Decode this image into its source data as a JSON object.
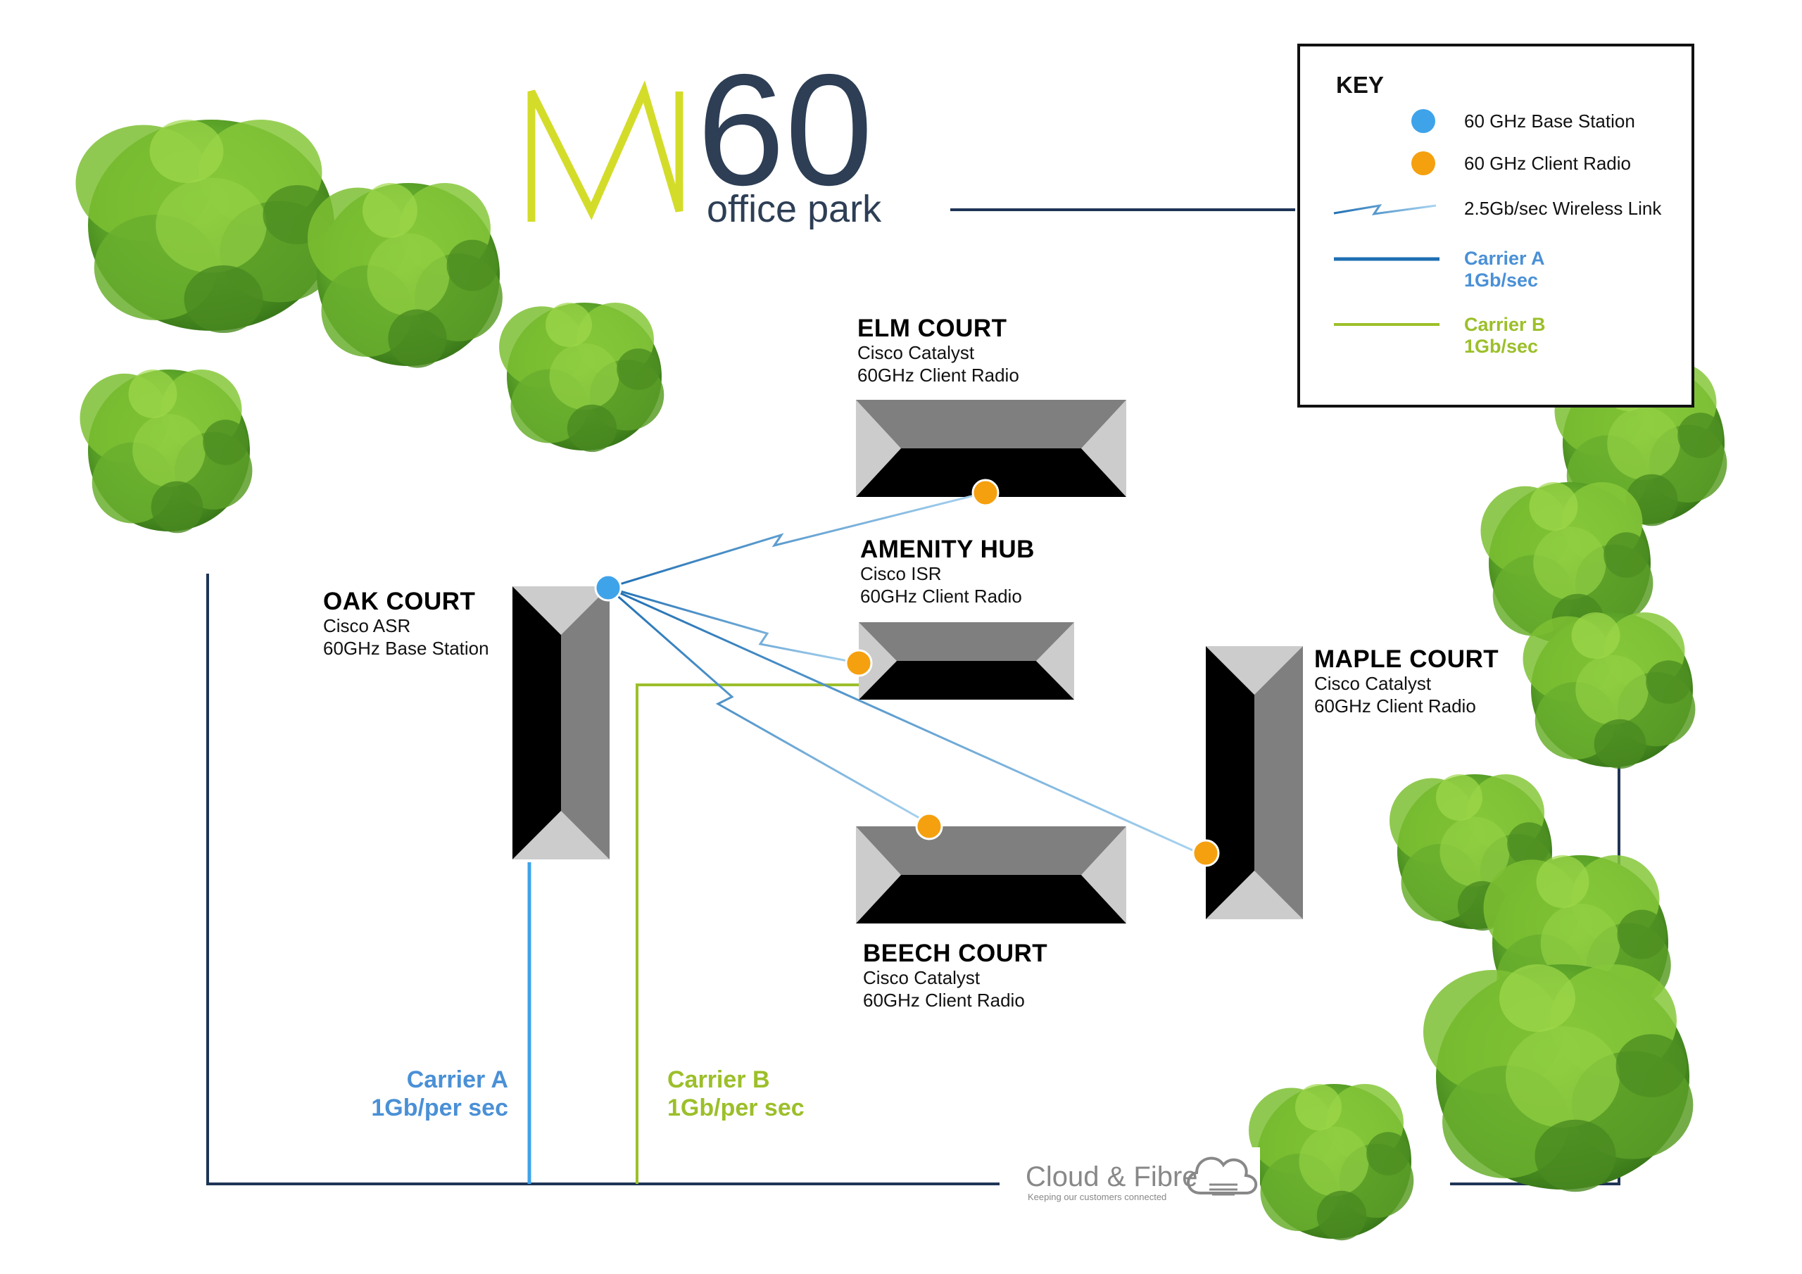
{
  "logo": {
    "number": "60",
    "subtitle": "office park",
    "mark_color": "#d4dc2a",
    "text_color": "#2d3e55"
  },
  "key": {
    "title": "KEY",
    "base_station": "60 GHz Base Station",
    "client_radio": "60 GHz Client Radio",
    "wireless_link": "2.5Gb/sec Wireless Link",
    "carrier_a_name": "Carrier A",
    "carrier_a_speed": "1Gb/sec",
    "carrier_b_name": "Carrier B",
    "carrier_b_speed": "1Gb/sec"
  },
  "buildings": {
    "elm": {
      "name": "ELM COURT",
      "line1": "Cisco Catalyst",
      "line2": "60GHz Client Radio"
    },
    "amenity": {
      "name": "AMENITY HUB",
      "line1": "Cisco ISR",
      "line2": "60GHz Client Radio"
    },
    "oak": {
      "name": "OAK COURT",
      "line1": "Cisco ASR",
      "line2": "60GHz Base Station"
    },
    "maple": {
      "name": "MAPLE COURT",
      "line1": "Cisco Catalyst",
      "line2": "60GHz Client Radio"
    },
    "beech": {
      "name": "BEECH COURT",
      "line1": "Cisco Catalyst",
      "line2": "60GHz Client Radio"
    }
  },
  "carriers": {
    "a_name": "Carrier A",
    "a_speed": "1Gb/per sec",
    "b_name": "Carrier B",
    "b_speed": "1Gb/per sec"
  },
  "provider": {
    "name": "Cloud & Fibre",
    "tagline": "Keeping our customers connected"
  },
  "colors": {
    "base_station": "#3fa3ea",
    "client_radio": "#f5a00f",
    "carrier_a": "#4a90d6",
    "carrier_b": "#9cbf2a",
    "backbone": "#1f3556",
    "wireless_link": "#1f6fb3"
  },
  "icons": [
    "tree-icon",
    "cloud-icon"
  ]
}
